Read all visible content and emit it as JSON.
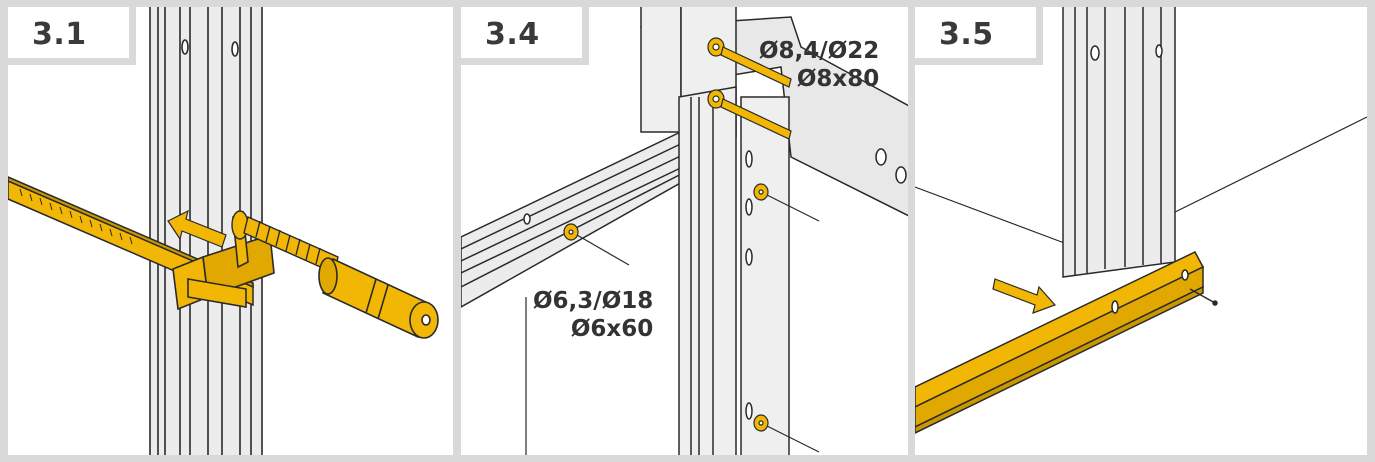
{
  "steps": [
    {
      "number": "3.1"
    },
    {
      "number": "3.4",
      "labels": {
        "upper_line1": "Ø8,4/Ø22",
        "upper_line2": "Ø8x80",
        "lower_line1": "Ø6,3/Ø18",
        "lower_line2": "Ø6x60"
      }
    },
    {
      "number": "3.5"
    }
  ],
  "colors": {
    "accent": "#f2b705",
    "accent_dark": "#c99700",
    "metal": "#e6e6e6",
    "outline": "#2a2a2a",
    "frame": "#d9d9d9"
  }
}
